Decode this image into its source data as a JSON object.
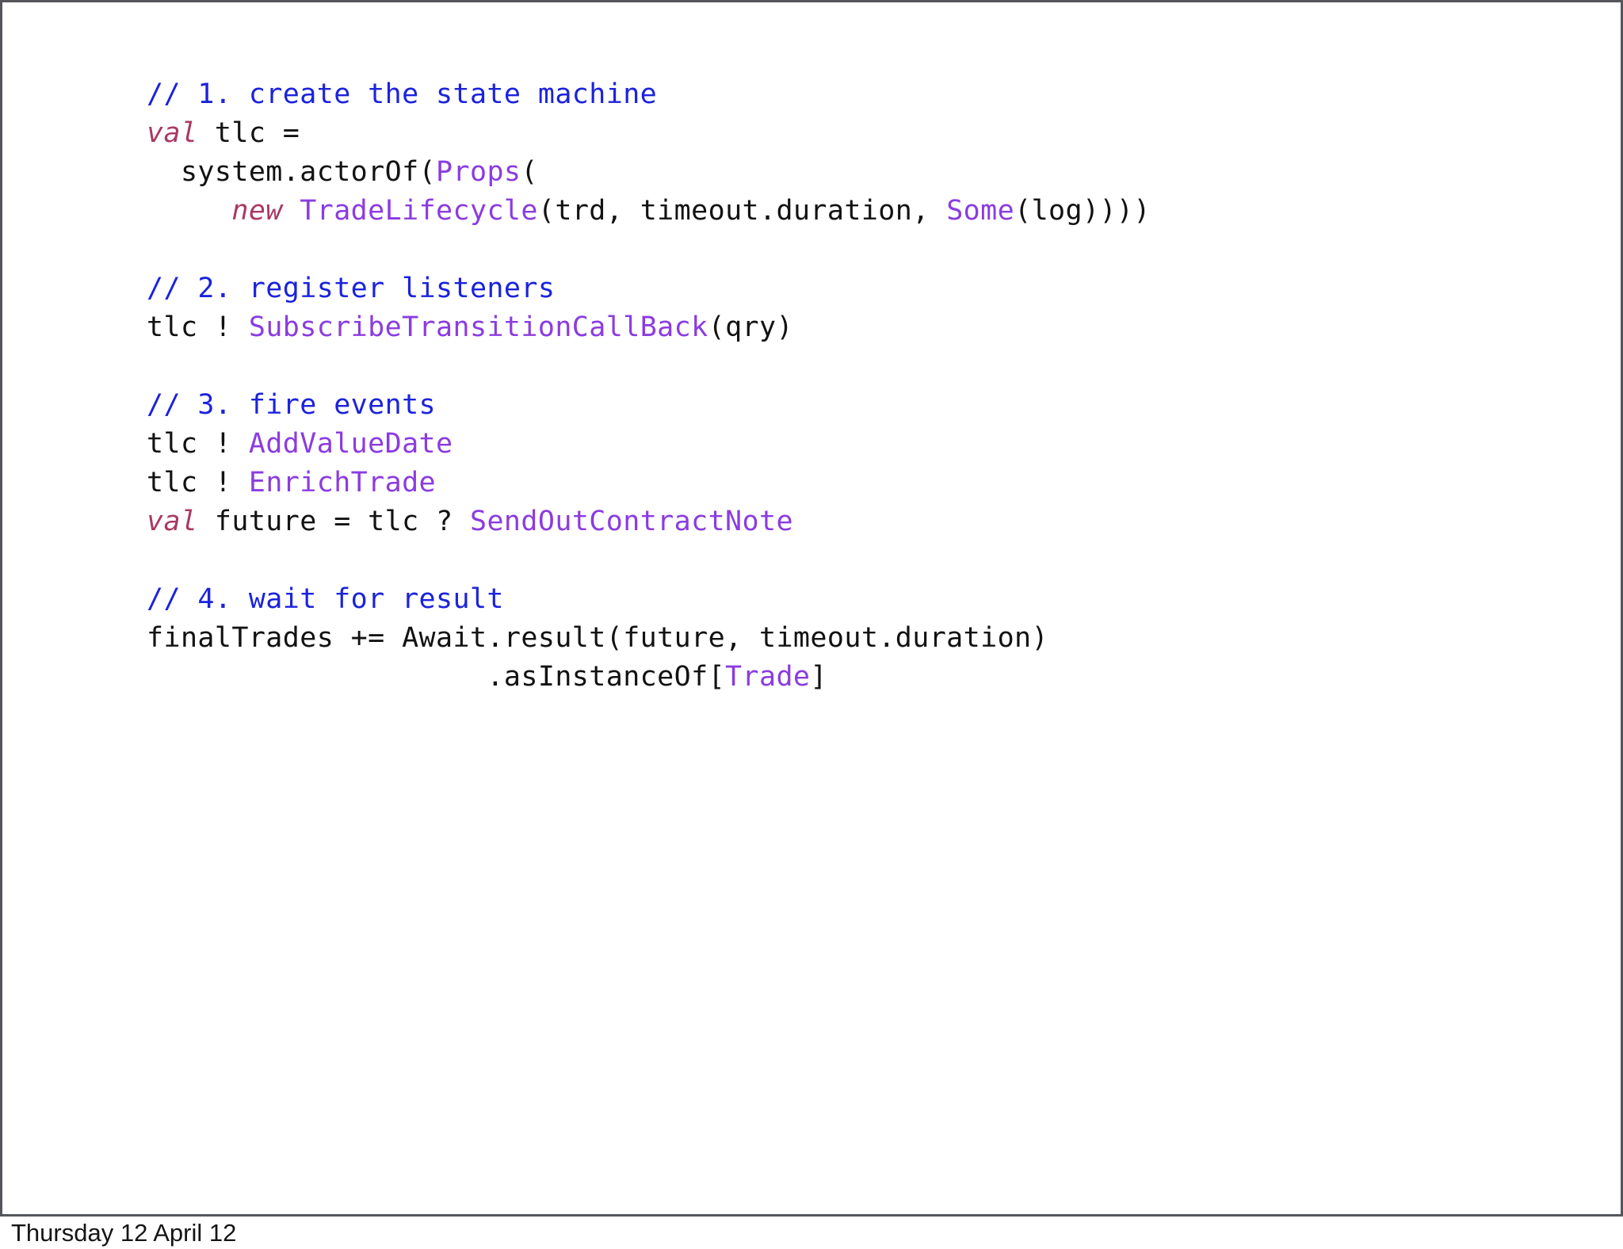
{
  "slide": {
    "footer": "Thursday 12 April 12",
    "colors": {
      "background": "#ffffff",
      "frame": "#54565b",
      "code": "#121212",
      "comment": "#1b23dc",
      "keyword": "#aa3a63",
      "type": "#8b3ce0",
      "footer_text": "#151515"
    },
    "code": {
      "language": "scala",
      "lines": [
        [
          {
            "t": "// 1. create the state machine",
            "c": "comment"
          }
        ],
        [
          {
            "t": "val",
            "c": "keyword"
          },
          {
            "t": " tlc =",
            "c": "plain"
          }
        ],
        [
          {
            "t": "  system.actorOf(",
            "c": "plain"
          },
          {
            "t": "Props",
            "c": "type"
          },
          {
            "t": "(",
            "c": "plain"
          }
        ],
        [
          {
            "t": "     ",
            "c": "plain"
          },
          {
            "t": "new",
            "c": "keyword"
          },
          {
            "t": " ",
            "c": "plain"
          },
          {
            "t": "TradeLifecycle",
            "c": "type"
          },
          {
            "t": "(trd, timeout.duration, ",
            "c": "plain"
          },
          {
            "t": "Some",
            "c": "type"
          },
          {
            "t": "(log))))",
            "c": "plain"
          }
        ],
        [],
        [
          {
            "t": "// 2. register listeners",
            "c": "comment"
          }
        ],
        [
          {
            "t": "tlc ! ",
            "c": "plain"
          },
          {
            "t": "SubscribeTransitionCallBack",
            "c": "type"
          },
          {
            "t": "(qry)",
            "c": "plain"
          }
        ],
        [],
        [
          {
            "t": "// 3. fire events",
            "c": "comment"
          }
        ],
        [
          {
            "t": "tlc ! ",
            "c": "plain"
          },
          {
            "t": "AddValueDate",
            "c": "type"
          }
        ],
        [
          {
            "t": "tlc ! ",
            "c": "plain"
          },
          {
            "t": "EnrichTrade",
            "c": "type"
          }
        ],
        [
          {
            "t": "val",
            "c": "keyword"
          },
          {
            "t": " future = tlc ? ",
            "c": "plain"
          },
          {
            "t": "SendOutContractNote",
            "c": "type"
          }
        ],
        [],
        [
          {
            "t": "// 4. wait for result",
            "c": "comment"
          }
        ],
        [
          {
            "t": "finalTrades += Await.result(future, timeout.duration)",
            "c": "plain"
          }
        ],
        [
          {
            "t": "                    .asInstanceOf[",
            "c": "plain"
          },
          {
            "t": "Trade",
            "c": "type"
          },
          {
            "t": "]",
            "c": "plain"
          }
        ]
      ]
    }
  }
}
